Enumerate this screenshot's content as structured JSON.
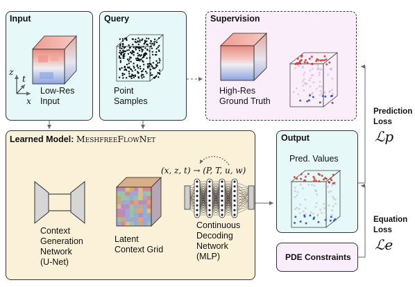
{
  "input": {
    "title": "Input",
    "label_line1": "Low-Res",
    "label_line2": "Input",
    "axis_z": "z",
    "axis_t": "t",
    "axis_x": "x"
  },
  "query": {
    "title": "Query",
    "label_line1": "Point",
    "label_line2": "Samples"
  },
  "supervision": {
    "title": "Supervision",
    "label_line1": "High-Res",
    "label_line2": "Ground Truth"
  },
  "model": {
    "title_prefix": "Learned Model: ",
    "title_name": "MeshfreeFlowNet",
    "mapping": "(x, z, t) → (P, T, u, w)",
    "unet": [
      "Context",
      "Generation",
      "Network",
      "(U-Net)"
    ],
    "grid": [
      "Latent",
      "Context Grid"
    ],
    "mlp": [
      "Continuous",
      "Decoding",
      "Network",
      "(MLP)"
    ]
  },
  "output": {
    "title": "Output",
    "label": "Pred. Values"
  },
  "pde": {
    "label": "PDE Constraints"
  },
  "losses": {
    "prediction": [
      "Prediction",
      "Loss"
    ],
    "prediction_symbol": "ℒp",
    "equation": [
      "Equation",
      "Loss"
    ],
    "equation_symbol": "ℒe"
  }
}
